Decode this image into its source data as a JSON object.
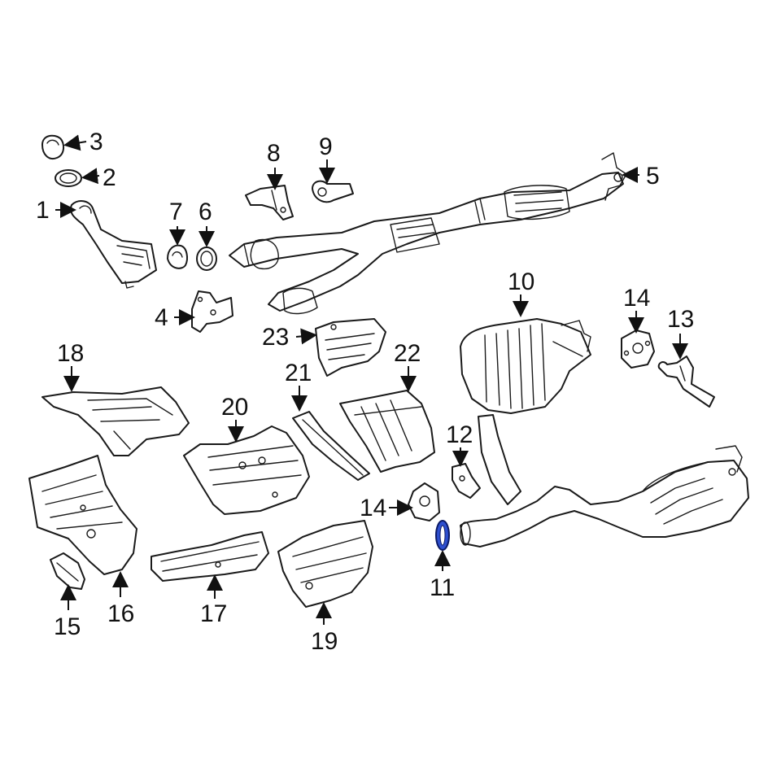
{
  "callouts": {
    "c1": "1",
    "c2": "2",
    "c3": "3",
    "c4": "4",
    "c5": "5",
    "c6": "6",
    "c7": "7",
    "c8": "8",
    "c9": "9",
    "c10": "10",
    "c11": "11",
    "c12": "12",
    "c13": "13",
    "c14a": "14",
    "c14b": "14",
    "c15": "15",
    "c16": "16",
    "c17": "17",
    "c18": "18",
    "c19": "19",
    "c20": "20",
    "c21": "21",
    "c22": "22",
    "c23": "23"
  },
  "colors": {
    "line": "#1a1a1a",
    "highlight": "#2e4fcf",
    "background": "#ffffff"
  },
  "highlighted_part": "11"
}
